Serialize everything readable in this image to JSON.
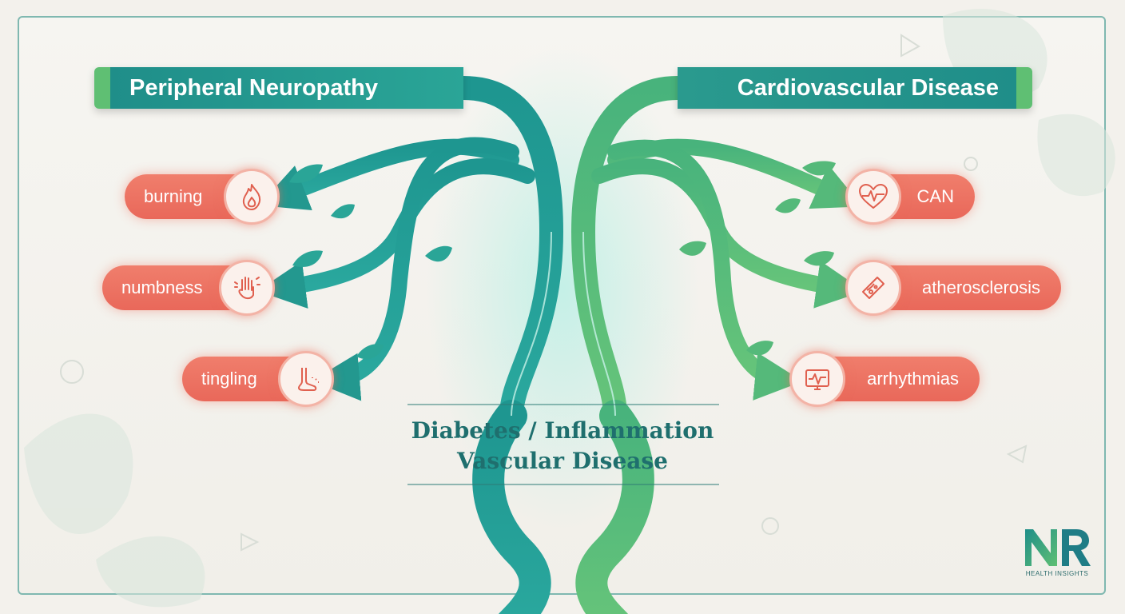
{
  "left_category": "Peripheral Neuropathy",
  "right_category": "Cardiovascular Disease",
  "center": {
    "line1": "Diabetes / Inflammation",
    "line2": "Vascular Disease"
  },
  "left_symptoms": [
    {
      "label": "burning",
      "icon": "flame-icon"
    },
    {
      "label": "numbness",
      "icon": "hand-icon"
    },
    {
      "label": "tingling",
      "icon": "foot-icon"
    }
  ],
  "right_conditions": [
    {
      "label": "CAN",
      "icon": "heartbeat-icon"
    },
    {
      "label": "atherosclerosis",
      "icon": "artery-icon"
    },
    {
      "label": "arrhythmias",
      "icon": "ecg-monitor-icon"
    }
  ],
  "logo": {
    "subtitle": "HEALTH INSIGHTS"
  },
  "colors": {
    "teal": "#1f8e89",
    "green": "#5fbf73",
    "coral": "#ec6f5e",
    "title_text": "#1f6f6e",
    "background": "#f3f1ec"
  }
}
